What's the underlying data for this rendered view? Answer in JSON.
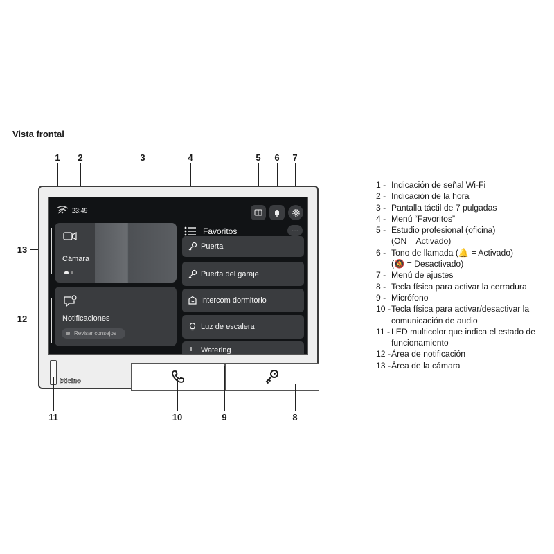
{
  "title": "Vista frontal",
  "callouts_top": [
    "1",
    "2",
    "3",
    "4",
    "5",
    "6",
    "7"
  ],
  "callouts_left": [
    "13",
    "12"
  ],
  "callouts_bottom": [
    "11",
    "10",
    "9",
    "8"
  ],
  "screen": {
    "time": "23:49",
    "camera_label": "Cámara",
    "notifications_label": "Notificaciones",
    "tips_label": "Revisar consejos",
    "favorites_title": "Favoritos",
    "more_label": "···",
    "favorites": [
      {
        "label": "Puerta",
        "icon": "key-icon"
      },
      {
        "label": "Puerta del garaje",
        "icon": "key-icon"
      },
      {
        "label": "Intercom dormitorio",
        "icon": "intercom-icon"
      },
      {
        "label": "Luz de escalera",
        "icon": "bulb-icon"
      },
      {
        "label": "Watering",
        "icon": "watering-icon"
      }
    ]
  },
  "brand": "bticino",
  "legend": [
    {
      "num": "1 -",
      "text": "Indicación de señal Wi-Fi"
    },
    {
      "num": "2 -",
      "text": "Indicación de la hora"
    },
    {
      "num": "3 -",
      "text": "Pantalla táctil de 7 pulgadas"
    },
    {
      "num": "4 -",
      "text": "Menú “Favoritos”"
    },
    {
      "num": "5 -",
      "text": "Estudio profesional (oficina)"
    },
    {
      "num": "",
      "text": "(ON = Activado)"
    },
    {
      "num": "6 -",
      "text": "Tono de llamada (🔔 = Activado)"
    },
    {
      "num": "",
      "text": "(🔕 = Desactivado)"
    },
    {
      "num": "7 -",
      "text": "Menú de ajustes"
    },
    {
      "num": "8 -",
      "text": "Tecla física para activar la cerradura"
    },
    {
      "num": "9 -",
      "text": "Micrófono"
    },
    {
      "num": "10 -",
      "text": "Tecla física para activar/desactivar la comunicación de audio"
    },
    {
      "num": "11 -",
      "text": "LED multicolor que indica el estado de funcionamiento"
    },
    {
      "num": "12 -",
      "text": "Área de notificación"
    },
    {
      "num": "13 -",
      "text": "Área de la cámara"
    }
  ]
}
